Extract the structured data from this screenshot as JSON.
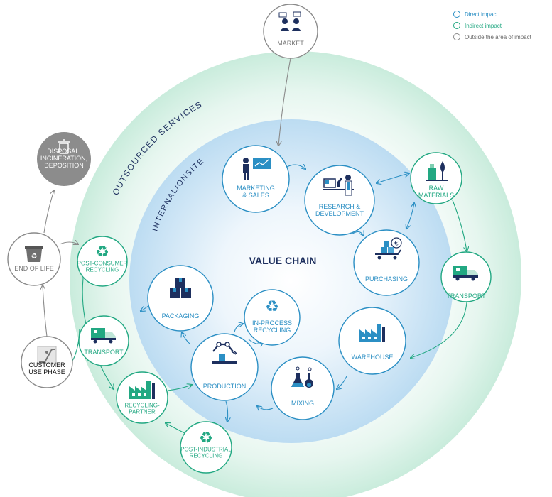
{
  "legend": {
    "items": [
      {
        "label": "Direct impact",
        "color": "#2b8fc4"
      },
      {
        "label": "Indirect impact",
        "color": "#22a882"
      },
      {
        "label": "Outside the area of impact",
        "color": "#8a8a8a"
      }
    ]
  },
  "diagram": {
    "center_title": "VALUE CHAIN",
    "ring_outer_label": "OUTSOURCED SERVICES",
    "ring_inner_label": "INTERNAL/ONSITE",
    "nodes": {
      "market": [
        "MARKET"
      ],
      "disposal": [
        "DISPOSAL:",
        "INCINERATION,",
        "DEPOSITION"
      ],
      "end_of_life": [
        "END OF LIFE"
      ],
      "customer": [
        "CUSTOMER",
        "USE PHASE"
      ],
      "marketing": [
        "MARKETING",
        "& SALES"
      ],
      "research": [
        "RESEARCH &",
        "DEVELOPMENT"
      ],
      "purchasing": [
        "PURCHASING"
      ],
      "warehouse": [
        "WAREHOUSE"
      ],
      "mixing": [
        "MIXING"
      ],
      "production": [
        "PRODUCTION"
      ],
      "inprocess": [
        "IN-PROCESS",
        "RECYCLING"
      ],
      "packaging": [
        "PACKAGING"
      ],
      "raw": [
        "RAW",
        "MATERIALS"
      ],
      "transport_r": [
        "TRANSPORT"
      ],
      "postconsumer": [
        "POST-CONSUMER",
        "RECYCLING"
      ],
      "transport_l": [
        "TRANSPORT"
      ],
      "recyclingpartner": [
        "RECYCLING-",
        "PARTNER"
      ],
      "postindustrial": [
        "POST-INDUSTRIAL",
        "RECYCLING"
      ]
    }
  },
  "colors": {
    "direct": "#2b8fc4",
    "indirect": "#22a882",
    "outside": "#8a8a8a",
    "dark_icon": "#1d2f5e",
    "disposal_fill": "#8c8c8c"
  },
  "icons": {
    "market": "people-icon",
    "disposal": "trash-icon",
    "end_of_life": "bin-icon",
    "customer": "escalator-icon",
    "marketing": "presenter-icon",
    "research": "scientist-icon",
    "purchasing": "cart-icon",
    "warehouse": "factory-icon",
    "mixing": "flask-icon",
    "production": "robot-arm-icon",
    "inprocess": "recycle-icon",
    "packaging": "boxes-icon",
    "raw": "material-icon",
    "transport_r": "truck-icon",
    "postconsumer": "recycle-icon",
    "transport_l": "truck-icon",
    "recyclingpartner": "factory-icon",
    "postindustrial": "recycle-icon"
  }
}
